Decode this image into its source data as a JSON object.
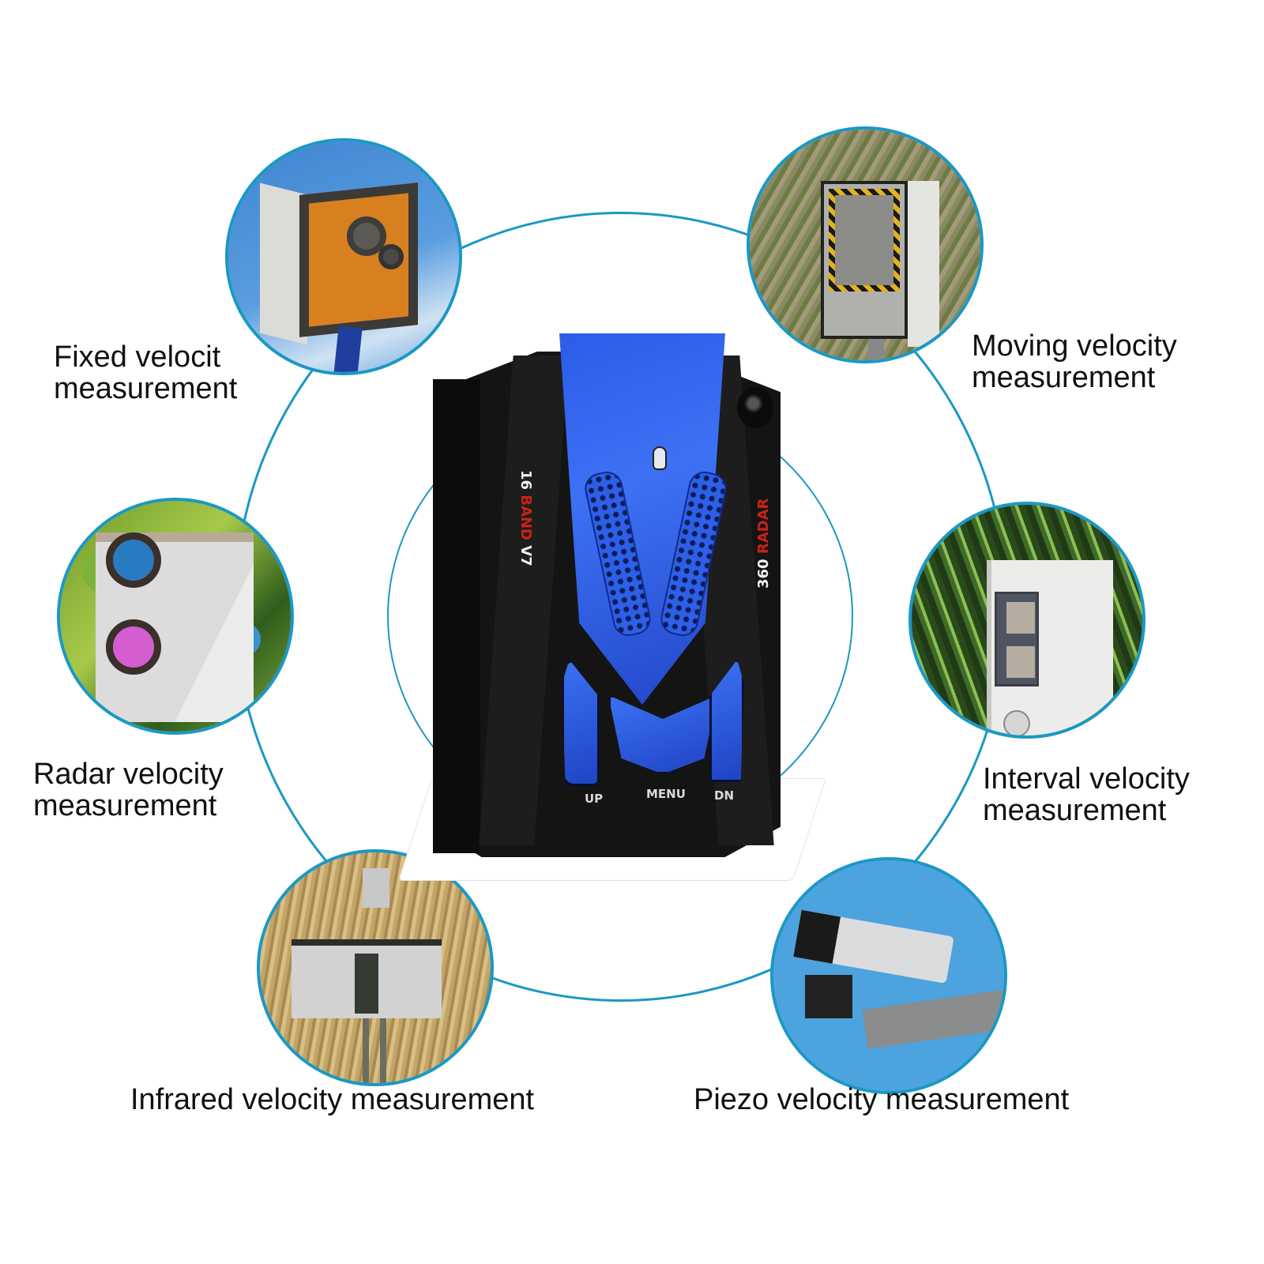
{
  "device": {
    "model_band": "16",
    "model_band_label": "BAND",
    "model_version": "V7",
    "side_text_red": "RADAR",
    "side_text_white": "360",
    "buttons": [
      {
        "label": "UP"
      },
      {
        "label": "MENU"
      },
      {
        "label": "DN"
      }
    ]
  },
  "features": [
    {
      "id": "fixed",
      "line1": "Fixed velocit",
      "line2": "measurement",
      "icon": "fixed-speed-camera-icon"
    },
    {
      "id": "moving",
      "line1": "Moving velocity",
      "line2": "measurement",
      "icon": "moving-speed-camera-icon"
    },
    {
      "id": "radar",
      "line1": "Radar velocity",
      "line2": "measurement",
      "icon": "radar-speed-camera-icon"
    },
    {
      "id": "interval",
      "line1": "Interval velocity",
      "line2": "measurement",
      "icon": "interval-speed-camera-icon"
    },
    {
      "id": "infrared",
      "line1": "Infrared velocity measurement",
      "icon": "infrared-speed-camera-icon"
    },
    {
      "id": "piezo",
      "line1": "Piezo velocity measurement",
      "icon": "piezo-speed-camera-icon"
    }
  ],
  "colors": {
    "ring": "#1b98c4",
    "device_body": "#141414",
    "device_accent": "#2c5ce8",
    "text": "#111111"
  }
}
